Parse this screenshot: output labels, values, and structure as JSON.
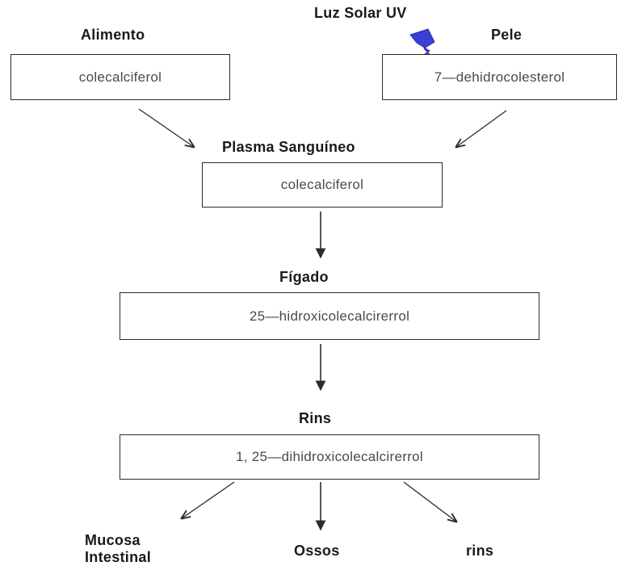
{
  "diagram": {
    "sources": {
      "food": {
        "label": "Alimento",
        "box_text": "colecalciferol"
      },
      "skin": {
        "label": "Pele",
        "box_text": "7—dehidrocolesterol"
      },
      "uv": {
        "label": "Luz Solar UV",
        "icon": "lightning-bolt-icon",
        "icon_color": "#3b3fd4"
      }
    },
    "plasma": {
      "label": "Plasma Sanguíneo",
      "box_text": "colecalciferol"
    },
    "liver": {
      "label": "Fígado",
      "box_text": "25—hidroxicolecalcirerrol"
    },
    "kidneys": {
      "label": "Rins",
      "box_text": "1, 25—dihidroxicolecalcirerrol"
    },
    "targets": {
      "mucosa_line1": "Mucosa",
      "mucosa_line2": "Intestinal",
      "bones": "Ossos",
      "kidneys": "rins"
    },
    "colors": {
      "line": "#2b2b2b",
      "text_in_box": "#4a4a4a",
      "bolt": "#3b3fd4"
    }
  }
}
